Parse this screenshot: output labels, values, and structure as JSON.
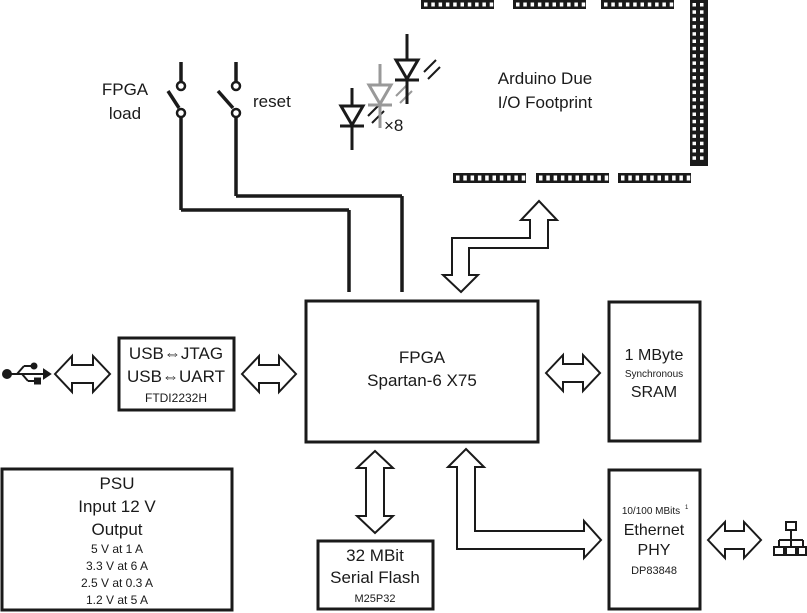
{
  "labels": {
    "fpga_load_1": "FPGA",
    "fpga_load_2": "load",
    "reset": "reset",
    "led_count": "×8",
    "arduino_1": "Arduino Due",
    "arduino_2": "I/O Footprint"
  },
  "blocks": {
    "fpga": {
      "line1": "FPGA",
      "line2": "Spartan-6 X75"
    },
    "ftdi": {
      "line1": "USB⇔JTAG",
      "line2": "USB⇔UART",
      "part": "FTDI2232H"
    },
    "sram": {
      "line1": "1 MByte",
      "line2": "Synchronous",
      "line3": "SRAM"
    },
    "ethernet": {
      "speed": "10/100 MBits",
      "footnote": "1",
      "line1": "Ethernet",
      "line2": "PHY",
      "part": "DP83848"
    },
    "flash": {
      "line1": "32 MBit",
      "line2": "Serial Flash",
      "part": "M25P32"
    },
    "psu": {
      "title": "PSU",
      "input": "Input 12 V",
      "output": "Output",
      "rails": [
        "5 V at 1 A",
        "3.3 V at 6 A",
        "2.5 V at 0.3 A",
        "1.2 V at 5 A"
      ]
    }
  },
  "icons": {
    "usb": "usb-icon",
    "network": "network-icon",
    "led": "led-icon",
    "switch": "switch-icon"
  },
  "colors": {
    "stroke": "#1a1a1a",
    "led_ghost": "#999999"
  }
}
